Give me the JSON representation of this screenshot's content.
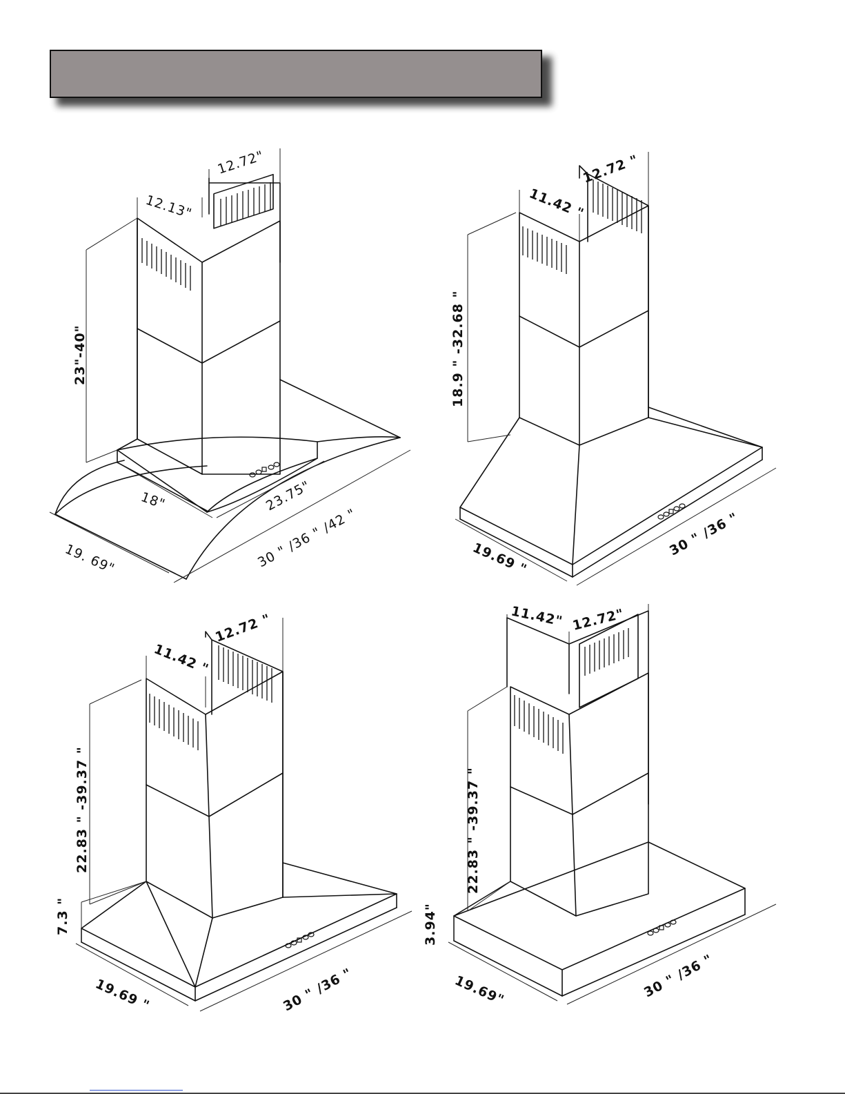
{
  "header": {
    "banner_text": ""
  },
  "diagrams": [
    {
      "id": "curved-glass-hood",
      "labels": {
        "chimney_width": "12.13\"",
        "chimney_depth": "12.72\"",
        "height_range": "23\"-40\"",
        "base_depth": "18\"",
        "base_width": "23.75\"",
        "glass_depth": "19. 69\"",
        "overall_width": "30 \" /36 \" /42 \""
      }
    },
    {
      "id": "pyramid-hood",
      "labels": {
        "chimney_width": "11.42 \"",
        "chimney_depth": "12.72 \"",
        "height_range": "18.9 \" -32.68 \"",
        "depth": "19.69 \"",
        "overall_width": "30 \" /36 \""
      }
    },
    {
      "id": "low-pyramid-hood",
      "labels": {
        "chimney_width": "11.42 \"",
        "chimney_depth": "12.72 \"",
        "height_range": "22.83 \" -39.37 \"",
        "base_height": "7.3 \"",
        "depth": "19.69 \"",
        "overall_width": "30 \" /36 \""
      }
    },
    {
      "id": "box-hood",
      "labels": {
        "chimney_width": "11.42\"",
        "chimney_depth": "12.72\"",
        "height_range": "22.83 \" -39.37 \"",
        "base_height": "3.94\"",
        "depth": "19.69\"",
        "overall_width": "30 \" /36 \""
      }
    }
  ]
}
